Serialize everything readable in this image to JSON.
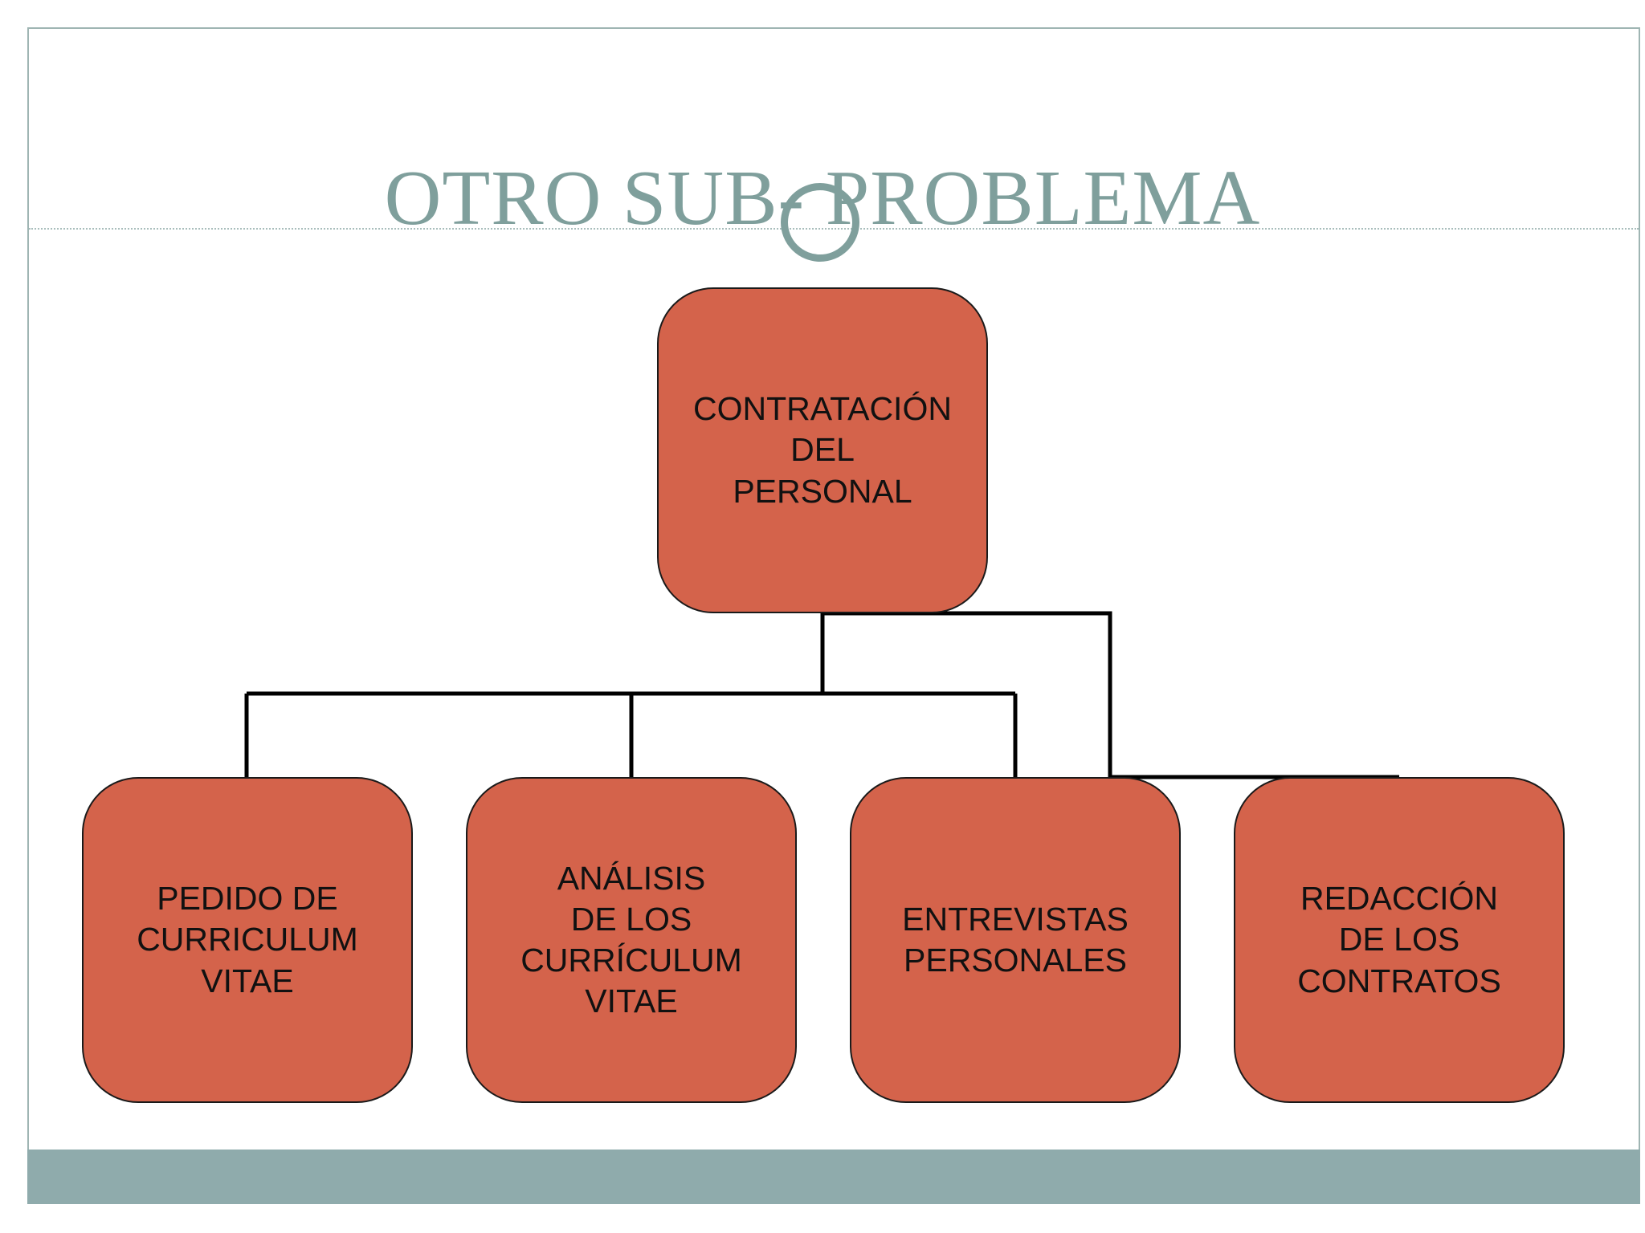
{
  "slide": {
    "title": "OTRO SUB- PROBLEMA"
  },
  "colors": {
    "node_fill": "#d4634b",
    "title": "#7f9f9c",
    "footer_band": "#8fabac",
    "connector": "#000000"
  },
  "diagram": {
    "root": {
      "label": "CONTRATACIÓN\nDEL\nPERSONAL"
    },
    "children": [
      {
        "label": "PEDIDO DE\nCURRICULUM\nVITAE"
      },
      {
        "label": "ANÁLISIS\nDE LOS\nCURRÍCULUM\nVITAE"
      },
      {
        "label": "ENTREVISTAS\nPERSONALES"
      },
      {
        "label": "REDACCIÓN\nDE LOS\nCONTRATOS"
      }
    ]
  }
}
